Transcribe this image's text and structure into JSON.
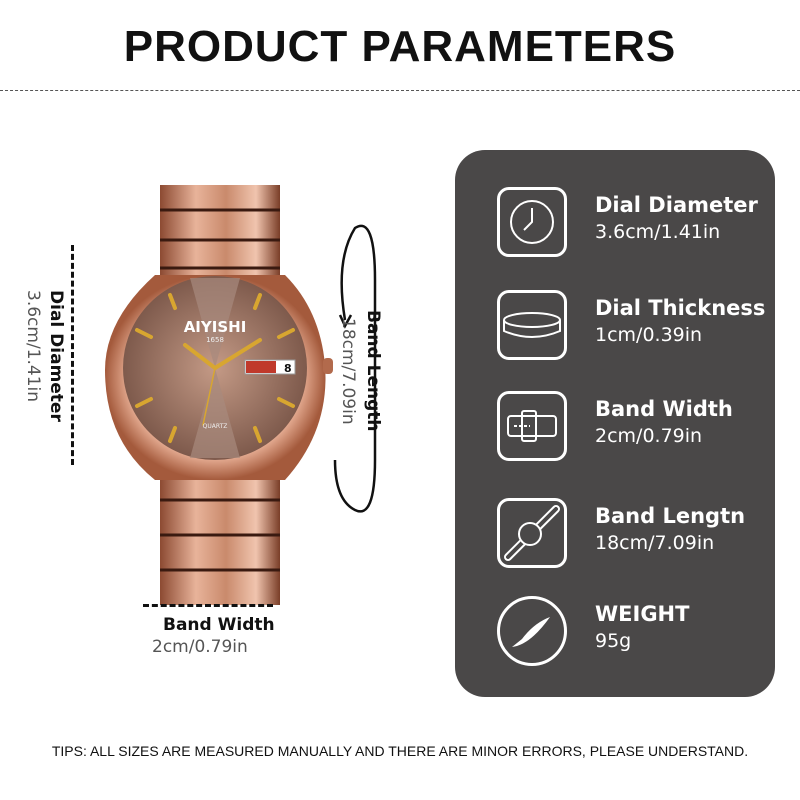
{
  "title": "PRODUCT PARAMETERS",
  "watch": {
    "brand": "AIYISHI",
    "model": "1658",
    "dial_text": "QUARTZ",
    "date": "8"
  },
  "dimensions": {
    "dial_diameter": {
      "label": "Dial Diameter",
      "value": "3.6cm/1.41in"
    },
    "band_length": {
      "label": "Band Length",
      "value": "18cm/7.09in"
    },
    "band_width": {
      "label": "Band Width",
      "value": "2cm/0.79in"
    }
  },
  "panel": {
    "items": [
      {
        "icon": "clock-icon",
        "label": "Dial Diameter",
        "value": "3.6cm/1.41in"
      },
      {
        "icon": "dial-thickness-icon",
        "label": "Dial Thickness",
        "value": "1cm/0.39in"
      },
      {
        "icon": "band-buckle-icon",
        "label": "Band Width",
        "value": "2cm/0.79in"
      },
      {
        "icon": "watch-band-icon",
        "label": "Band Lengtn",
        "value": "18cm/7.09in"
      },
      {
        "icon": "feather-weight-icon",
        "label": "WEIGHT",
        "value": "95g"
      }
    ]
  },
  "tips": "TIPS: ALL SIZES ARE MEASURED MANUALLY AND THERE ARE MINOR ERRORS, PLEASE UNDERSTAND.",
  "colors": {
    "panel": "#4a4848",
    "rose_gold": "#c98a6c",
    "dial": "#8a6a5c",
    "gold": "#d8a630"
  }
}
